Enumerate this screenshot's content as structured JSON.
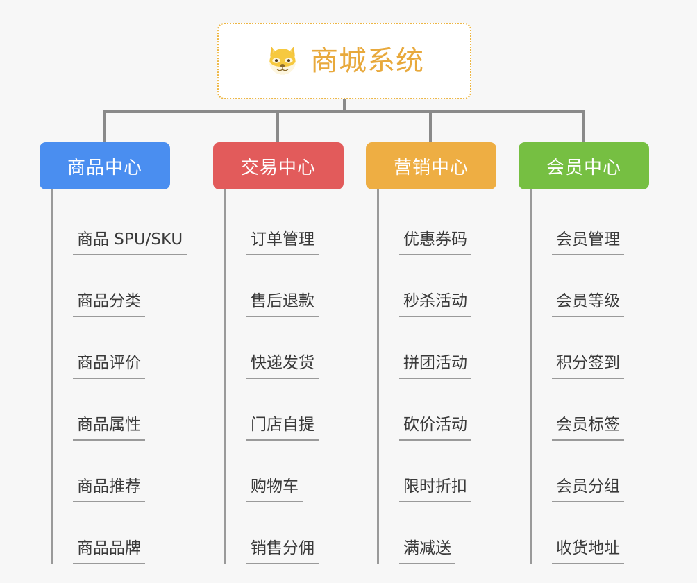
{
  "root": {
    "title": "商城系统",
    "icon": "dog-face-icon",
    "border_color": "#edb643",
    "text_color": "#e8a93c"
  },
  "connector_color": "#8a8a8a",
  "background_color": "#f7f7f7",
  "columns": [
    {
      "id": "product-center",
      "label": "商品中心",
      "color": "#4a8ef0",
      "items": [
        "商品 SPU/SKU",
        "商品分类",
        "商品评价",
        "商品属性",
        "商品推荐",
        "商品品牌"
      ]
    },
    {
      "id": "trade-center",
      "label": "交易中心",
      "color": "#e25b5b",
      "items": [
        "订单管理",
        "售后退款",
        "快递发货",
        "门店自提",
        "购物车",
        "销售分佣"
      ]
    },
    {
      "id": "marketing-center",
      "label": "营销中心",
      "color": "#eeae43",
      "items": [
        "优惠券码",
        "秒杀活动",
        "拼团活动",
        "砍价活动",
        "限时折扣",
        "满减送"
      ]
    },
    {
      "id": "member-center",
      "label": "会员中心",
      "color": "#76bf42",
      "items": [
        "会员管理",
        "会员等级",
        "积分签到",
        "会员标签",
        "会员分组",
        "收货地址"
      ]
    }
  ]
}
